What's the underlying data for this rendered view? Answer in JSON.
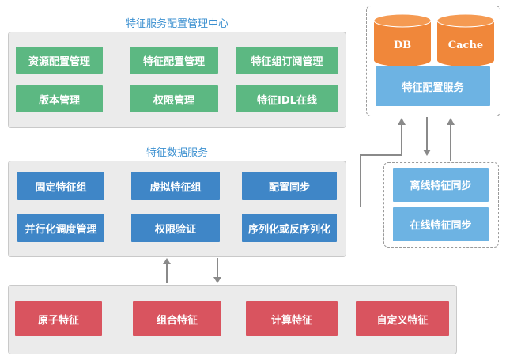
{
  "top_panel": {
    "title": "特征服务配置管理中心",
    "items": [
      "资源配置管理",
      "特征配置管理",
      "特征组订阅管理",
      "版本管理",
      "权限管理",
      "特征IDL在线"
    ]
  },
  "mid_panel": {
    "title": "特征数据服务",
    "items": [
      "固定特征组",
      "虚拟特征组",
      "配置同步",
      "并行化调度管理",
      "权限验证",
      "序列化或反序列化"
    ]
  },
  "bottom_panel": {
    "items": [
      "原子特征",
      "组合特征",
      "计算特征",
      "自定义特征"
    ]
  },
  "storage": {
    "db_label": "DB",
    "cache_label": "Cache",
    "service_label": "特征配置服务",
    "cylinder_color": "#f0873a"
  },
  "sync": {
    "items": [
      "离线特征同步",
      "在线特征同步"
    ]
  },
  "colors": {
    "green": "#5cb882",
    "blue": "#3f86c7",
    "red": "#d9545f",
    "light_blue": "#6db3e3",
    "title_blue": "#3a8fd0"
  }
}
